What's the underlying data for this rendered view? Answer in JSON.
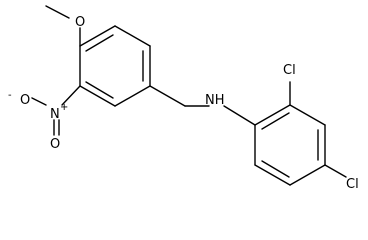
{
  "molecule": {
    "atoms": {
      "methoxy_o": "O",
      "nitro_o_minus": "O",
      "nitro_o_minus_charge": "-",
      "nitro_n": "N",
      "nitro_n_charge": "+",
      "nitro_o": "O",
      "amine": "NH",
      "cl_ortho": "Cl",
      "cl_para": "Cl"
    }
  }
}
